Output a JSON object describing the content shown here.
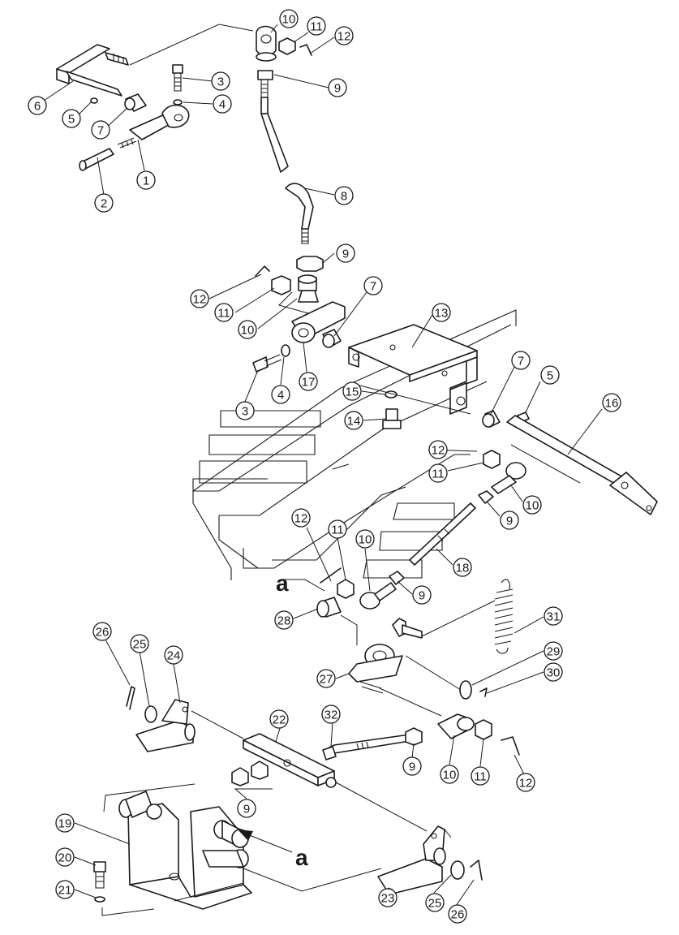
{
  "diagram": {
    "callouts": [
      {
        "id": "c-10a",
        "label": "10"
      },
      {
        "id": "c-11a",
        "label": "11"
      },
      {
        "id": "c-12a",
        "label": "12"
      },
      {
        "id": "c-3a",
        "label": "3"
      },
      {
        "id": "c-9a",
        "label": "9"
      },
      {
        "id": "c-6a",
        "label": "6"
      },
      {
        "id": "c-4a",
        "label": "4"
      },
      {
        "id": "c-5a",
        "label": "5"
      },
      {
        "id": "c-7a",
        "label": "7"
      },
      {
        "id": "c-1a",
        "label": "1"
      },
      {
        "id": "c-2a",
        "label": "2"
      },
      {
        "id": "c-8a",
        "label": "8"
      },
      {
        "id": "c-9b",
        "label": "9"
      },
      {
        "id": "c-12b",
        "label": "12"
      },
      {
        "id": "c-11b",
        "label": "11"
      },
      {
        "id": "c-10b",
        "label": "10"
      },
      {
        "id": "c-7b",
        "label": "7"
      },
      {
        "id": "c-13a",
        "label": "13"
      },
      {
        "id": "c-17a",
        "label": "17"
      },
      {
        "id": "c-4b",
        "label": "4"
      },
      {
        "id": "c-3b",
        "label": "3"
      },
      {
        "id": "c-15a",
        "label": "15"
      },
      {
        "id": "c-14a",
        "label": "14"
      },
      {
        "id": "c-7c",
        "label": "7"
      },
      {
        "id": "c-5b",
        "label": "5"
      },
      {
        "id": "c-16a",
        "label": "16"
      },
      {
        "id": "c-12c",
        "label": "12"
      },
      {
        "id": "c-11c",
        "label": "11"
      },
      {
        "id": "c-10c",
        "label": "10"
      },
      {
        "id": "c-9c",
        "label": "9"
      },
      {
        "id": "c-18a",
        "label": "18"
      },
      {
        "id": "c-12d",
        "label": "12"
      },
      {
        "id": "c-11d",
        "label": "11"
      },
      {
        "id": "c-10d",
        "label": "10"
      },
      {
        "id": "c-9d",
        "label": "9"
      },
      {
        "id": "c-28a",
        "label": "28"
      },
      {
        "id": "c-31a",
        "label": "31"
      },
      {
        "id": "c-29a",
        "label": "29"
      },
      {
        "id": "c-30a",
        "label": "30"
      },
      {
        "id": "c-27a",
        "label": "27"
      },
      {
        "id": "c-26a",
        "label": "26"
      },
      {
        "id": "c-25a",
        "label": "25"
      },
      {
        "id": "c-24a",
        "label": "24"
      },
      {
        "id": "c-22a",
        "label": "22"
      },
      {
        "id": "c-32a",
        "label": "32"
      },
      {
        "id": "c-9e",
        "label": "9"
      },
      {
        "id": "c-10e",
        "label": "10"
      },
      {
        "id": "c-11e",
        "label": "11"
      },
      {
        "id": "c-12e",
        "label": "12"
      },
      {
        "id": "c-9f",
        "label": "9"
      },
      {
        "id": "c-19a",
        "label": "19"
      },
      {
        "id": "c-20a",
        "label": "20"
      },
      {
        "id": "c-21a",
        "label": "21"
      },
      {
        "id": "c-23a",
        "label": "23"
      },
      {
        "id": "c-25b",
        "label": "25"
      },
      {
        "id": "c-26b",
        "label": "26"
      }
    ],
    "reference_marks": [
      {
        "id": "ref-a-1",
        "letter": "a"
      },
      {
        "id": "ref-a-2",
        "letter": "a"
      }
    ]
  }
}
